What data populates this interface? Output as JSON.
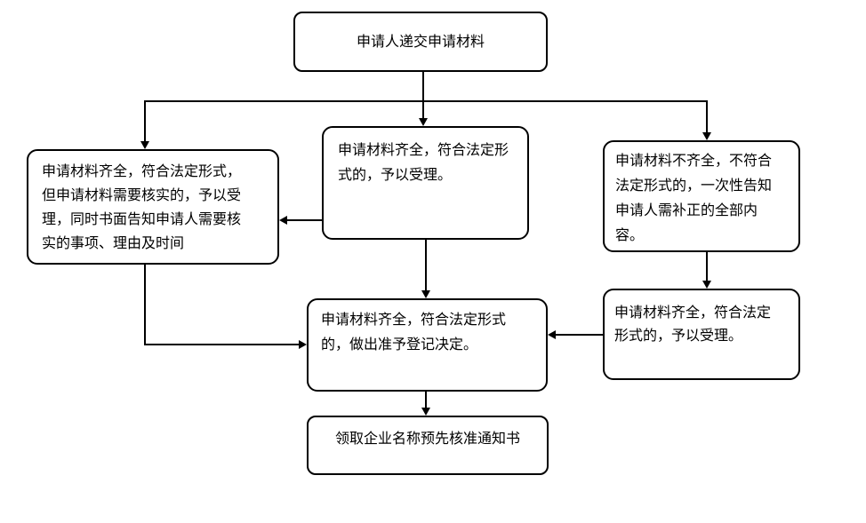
{
  "flowchart": {
    "background_color": "#ffffff",
    "line_color": "#000000",
    "text_color": "#000000",
    "node_fill": "#ffffff",
    "nodes": {
      "start": {
        "lines": [
          "申请人递交申请材料"
        ]
      },
      "left": {
        "lines": [
          "申请材料齐全，符合法定形式，",
          "但申请材料需要核实的，予以受",
          "理，同时书面告知申请人需要核",
          "实的事项、理由及时间"
        ]
      },
      "middle": {
        "lines": [
          "申请材料齐全，符合法定形",
          "式的，予以受理。"
        ]
      },
      "right": {
        "lines": [
          "申请材料不齐全，不符合",
          "法定形式的，一次性告知",
          "申请人需补正的全部内",
          "容。"
        ]
      },
      "right2": {
        "lines": [
          "申请材料齐全，符合法定",
          "形式的，予以受理。"
        ]
      },
      "decision": {
        "lines": [
          "申请材料齐全，符合法定形式",
          "的，做出准予登记决定。"
        ]
      },
      "end": {
        "lines": [
          "领取企业名称预先核准通知书"
        ]
      }
    }
  }
}
